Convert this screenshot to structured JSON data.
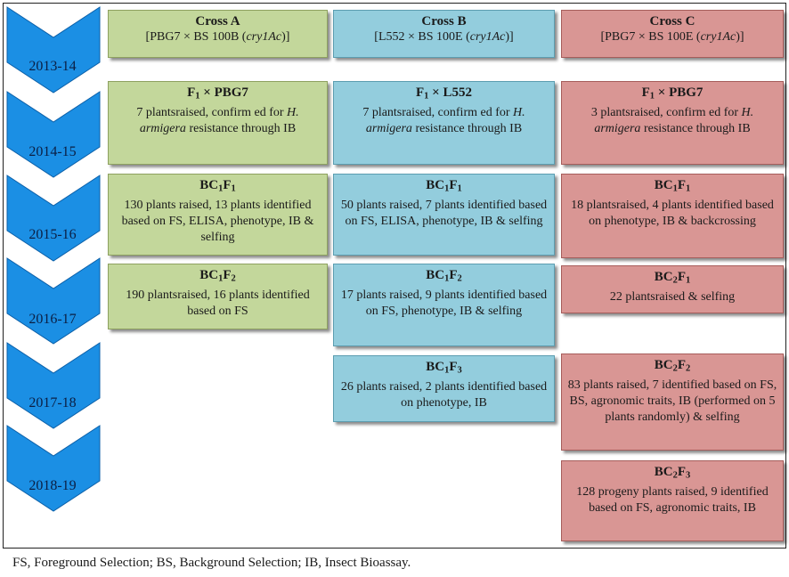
{
  "years": [
    "2013-14",
    "2014-15",
    "2015-16",
    "2016-17",
    "2017-18",
    "2018-19"
  ],
  "colors": {
    "arrow": "#1b8fe4",
    "arrow_edge": "#0b5fa8",
    "cross_a": "#c3d79b",
    "cross_b": "#93cddd",
    "cross_c": "#d99694"
  },
  "boxes": {
    "a": [
      {
        "title": "Cross A",
        "desc": "[PBG7 × BS 100B (",
        "desc_it": "cry1Ac",
        "desc_end": ")]"
      },
      {
        "title_pre": "F",
        "title_sub": "1",
        "title_post": " × PBG7",
        "desc": "7 plantsraised, confirm ed for",
        "desc_it": "H. armigera",
        "desc_end": " resistance through IB"
      },
      {
        "title_pre": "BC",
        "title_sub": "1",
        "title_mid": "F",
        "title_sub2": "1",
        "desc": "130 plants raised, 13 plants identified based on FS, ELISA, phenotype, IB & selfing"
      },
      {
        "title_pre": "BC",
        "title_sub": "1",
        "title_mid": "F",
        "title_sub2": "2",
        "desc": "190 plantsraised, 16 plants identified based on FS"
      }
    ],
    "b": [
      {
        "title": "Cross B",
        "desc": "[L552 × BS 100E (",
        "desc_it": "cry1Ac",
        "desc_end": ")]"
      },
      {
        "title_pre": "F",
        "title_sub": "1",
        "title_post": " × L552",
        "desc": "7 plantsraised, confirm ed for",
        "desc_it": "H. armigera",
        "desc_end": " resistance through IB"
      },
      {
        "title_pre": "BC",
        "title_sub": "1",
        "title_mid": "F",
        "title_sub2": "1",
        "desc": "50 plants raised, 7 plants identified based on FS, ELISA, phenotype, IB & selfing"
      },
      {
        "title_pre": "BC",
        "title_sub": "1",
        "title_mid": "F",
        "title_sub2": "2",
        "desc": "17 plants raised, 9 plants identified based on FS, phenotype, IB & selfing"
      },
      {
        "title_pre": "BC",
        "title_sub": "1",
        "title_mid": "F",
        "title_sub2": "3",
        "desc": "26 plants raised, 2 plants identified based on phenotype, IB"
      }
    ],
    "c": [
      {
        "title": "Cross C",
        "desc": "[PBG7 × BS 100E (",
        "desc_it": "cry1Ac",
        "desc_end": ")]"
      },
      {
        "title_pre": "F",
        "title_sub": "1",
        "title_post": " × PBG7",
        "desc": "3 plantsraised, confirm ed for",
        "desc_it": "H. armigera",
        "desc_end": " resistance through IB"
      },
      {
        "title_pre": "BC",
        "title_sub": "1",
        "title_mid": "F",
        "title_sub2": "1",
        "desc": "18 plantsraised, 4 plants identified based on phenotype, IB & backcrossing"
      },
      {
        "title_pre": "BC",
        "title_sub": "2",
        "title_mid": "F",
        "title_sub2": "1",
        "desc": "22 plantsraised & selfing"
      },
      {
        "title_pre": "BC",
        "title_sub": "2",
        "title_mid": "F",
        "title_sub2": "2",
        "desc": "83 plants raised, 7 identified based on FS, BS, agronomic traits, IB (performed on 5 plants randomly) & selfing"
      },
      {
        "title_pre": "BC",
        "title_sub": "2",
        "title_mid": "F",
        "title_sub2": "3",
        "desc": "128 progeny plants raised, 9 identified based on FS, agronomic traits, IB"
      }
    ]
  },
  "footnote": "FS, Foreground Selection; BS, Background Selection; IB, Insect Bioassay."
}
